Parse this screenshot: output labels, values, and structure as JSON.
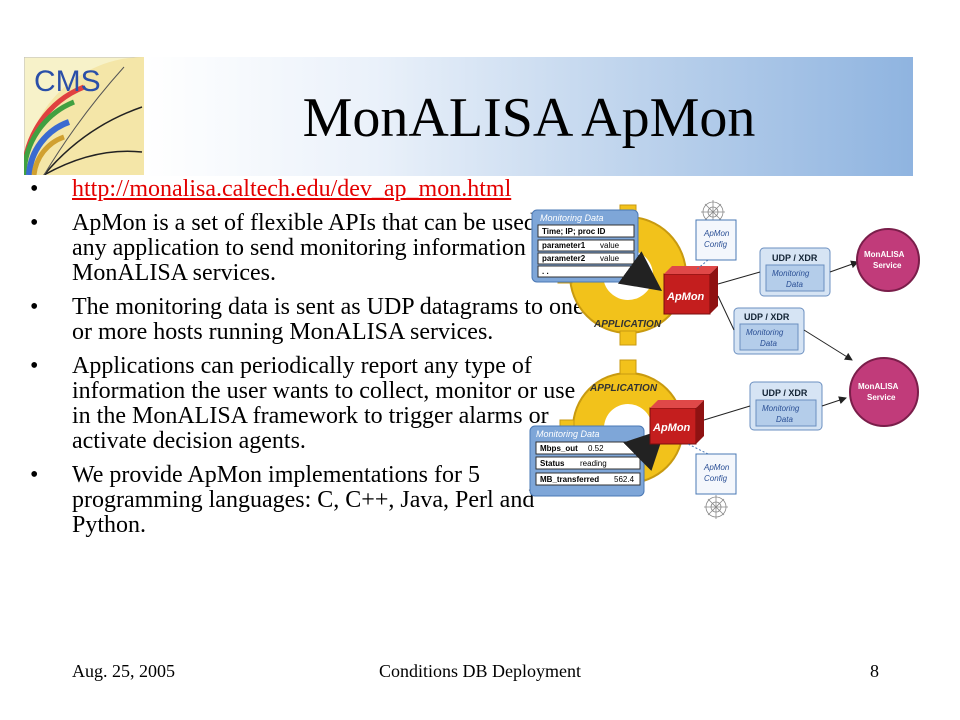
{
  "slide": {
    "title": "MonALISA ApMon",
    "logo_text": "CMS",
    "bullets": [
      "http://monalisa.caltech.edu/dev_ap_mon.html",
      "ApMon is a set of flexible APIs that can be used by any application to send monitoring information to MonALISA services.",
      "The monitoring data is sent as UDP datagrams to one or more hosts running MonALISA services.",
      "Applications can periodically report any type of information the user wants to collect, monitor or use in the MonALISA framework  to trigger alarms or activate decision agents.",
      "We provide ApMon implementations for 5 programming languages: C, C++,  Java, Perl and Python."
    ],
    "footer": {
      "date": "Aug. 25, 2005",
      "center": "Conditions DB Deployment",
      "page": "8"
    }
  },
  "diagram": {
    "monitoring_data_label": "Monitoring Data",
    "top_box": {
      "header": "Time; IP; proc ID",
      "rows": [
        {
          "key": "parameter1",
          "val": "value"
        },
        {
          "key": "parameter2",
          "val": "value"
        }
      ],
      "ellipsis": ". ."
    },
    "bottom_box": {
      "rows": [
        {
          "key": "Mbps_out",
          "val": "0.52"
        },
        {
          "key": "Status",
          "val": "reading"
        },
        {
          "key": "MB_transferred",
          "val": "562.4"
        }
      ]
    },
    "apmon_label": "ApMon",
    "apmon_config_line1": "ApMon",
    "apmon_config_line2": "Config",
    "application_label": "APPLICATION",
    "udp_label": "UDP / XDR",
    "udp_data_line1": "Monitoring",
    "udp_data_line2": "Data",
    "service_line1": "MonALISA",
    "service_line2": "Service"
  },
  "colors": {
    "title_gradient_end": "#8fb4e0",
    "link": "#e30000",
    "gear": "#f2c21b",
    "apmon_box": "#c41e1e",
    "service_node": "#c13b7a",
    "udp_box": "#d6e4f4",
    "monitoring_box": "#7ea6d8"
  }
}
